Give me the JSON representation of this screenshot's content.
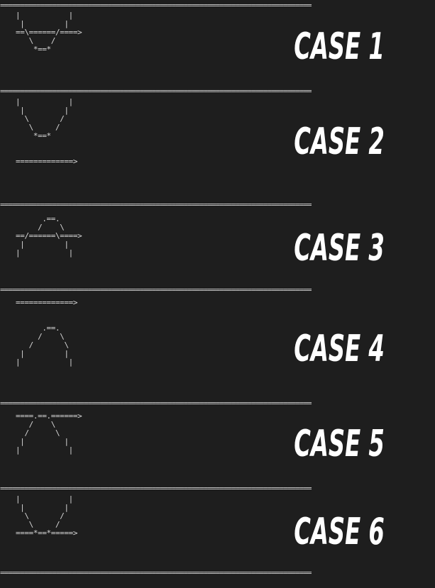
{
  "separator": "==============================================================================",
  "cases": [
    {
      "title": "CASE 1",
      "art": "|           |\n |         |\n==\\======/====>\n   \\    /\n    *==*"
    },
    {
      "title": "CASE 2",
      "art": "|           |\n |         |\n  \\       /\n   \\     /\n    *==*\n\n\n=============>"
    },
    {
      "title": "CASE 3",
      "art": "      .==.\n     /    \\\n==/======\\====>\n |         |\n|           |"
    },
    {
      "title": "CASE 4",
      "art": "=============>\n\n\n      .==.\n     /    \\\n   /       \\\n |         |\n|           |"
    },
    {
      "title": "CASE 5",
      "art": "====.==.======>\n   /    \\\n  /      \\\n |         |\n|           |"
    },
    {
      "title": "CASE 6",
      "art": "|           |\n |         |\n  \\       /\n   \\     /\n====*==*=====>"
    }
  ]
}
